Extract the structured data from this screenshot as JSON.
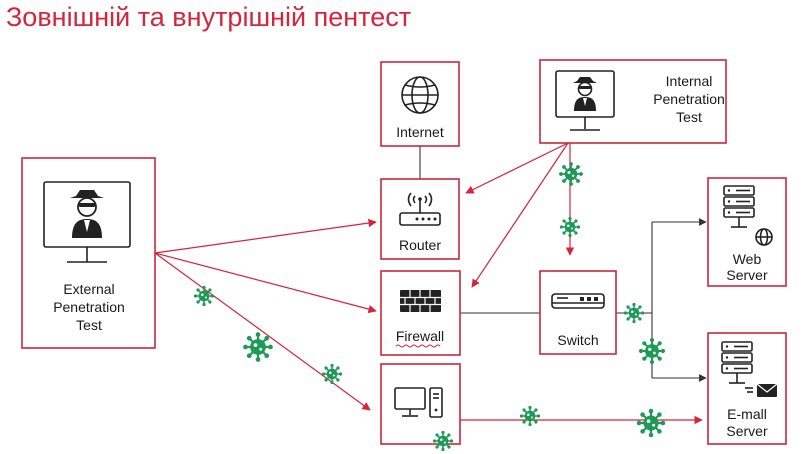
{
  "title": "Зовнішній та внутрішній пентест",
  "nodes": {
    "external": {
      "line1": "External",
      "line2": "Penetration",
      "line3": "Test"
    },
    "internal": {
      "line1": "Internal",
      "line2": "Penetration",
      "line3": "Test"
    },
    "internet": {
      "label": "Internet"
    },
    "router": {
      "label": "Router"
    },
    "firewall": {
      "label": "Firewall"
    },
    "switch": {
      "label": "Switch"
    },
    "web_server": {
      "line1": "Web",
      "line2": "Server"
    },
    "email_server": {
      "line1": "E-mall",
      "line2": "Server"
    }
  },
  "icons": {
    "attacker": "hacker-monitor-icon",
    "globe": "globe-icon",
    "router": "wifi-router-icon",
    "firewall": "brick-wall-icon",
    "switch": "network-switch-icon",
    "workstation": "desktop-computer-icon",
    "server": "server-rack-icon",
    "virus": "virus-icon"
  },
  "colors": {
    "accent": "#d6243b",
    "virus": "#1e9a58"
  }
}
